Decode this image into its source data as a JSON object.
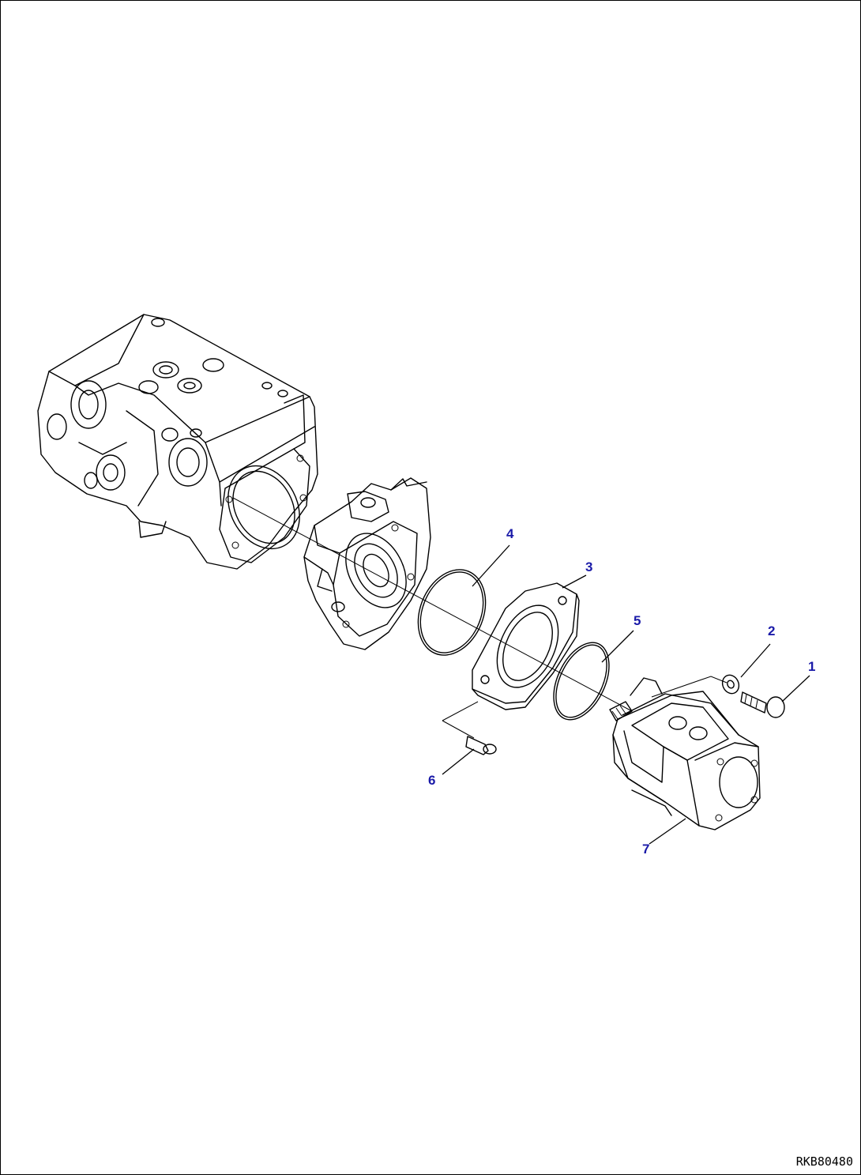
{
  "callouts": {
    "c1": "1",
    "c2": "2",
    "c3": "3",
    "c4": "4",
    "c5": "5",
    "c6": "6",
    "c7": "7"
  },
  "drawing_code": "RKB80480",
  "colors": {
    "callout": "#1a1aa8",
    "linework": "#000000",
    "background": "#ffffff"
  }
}
